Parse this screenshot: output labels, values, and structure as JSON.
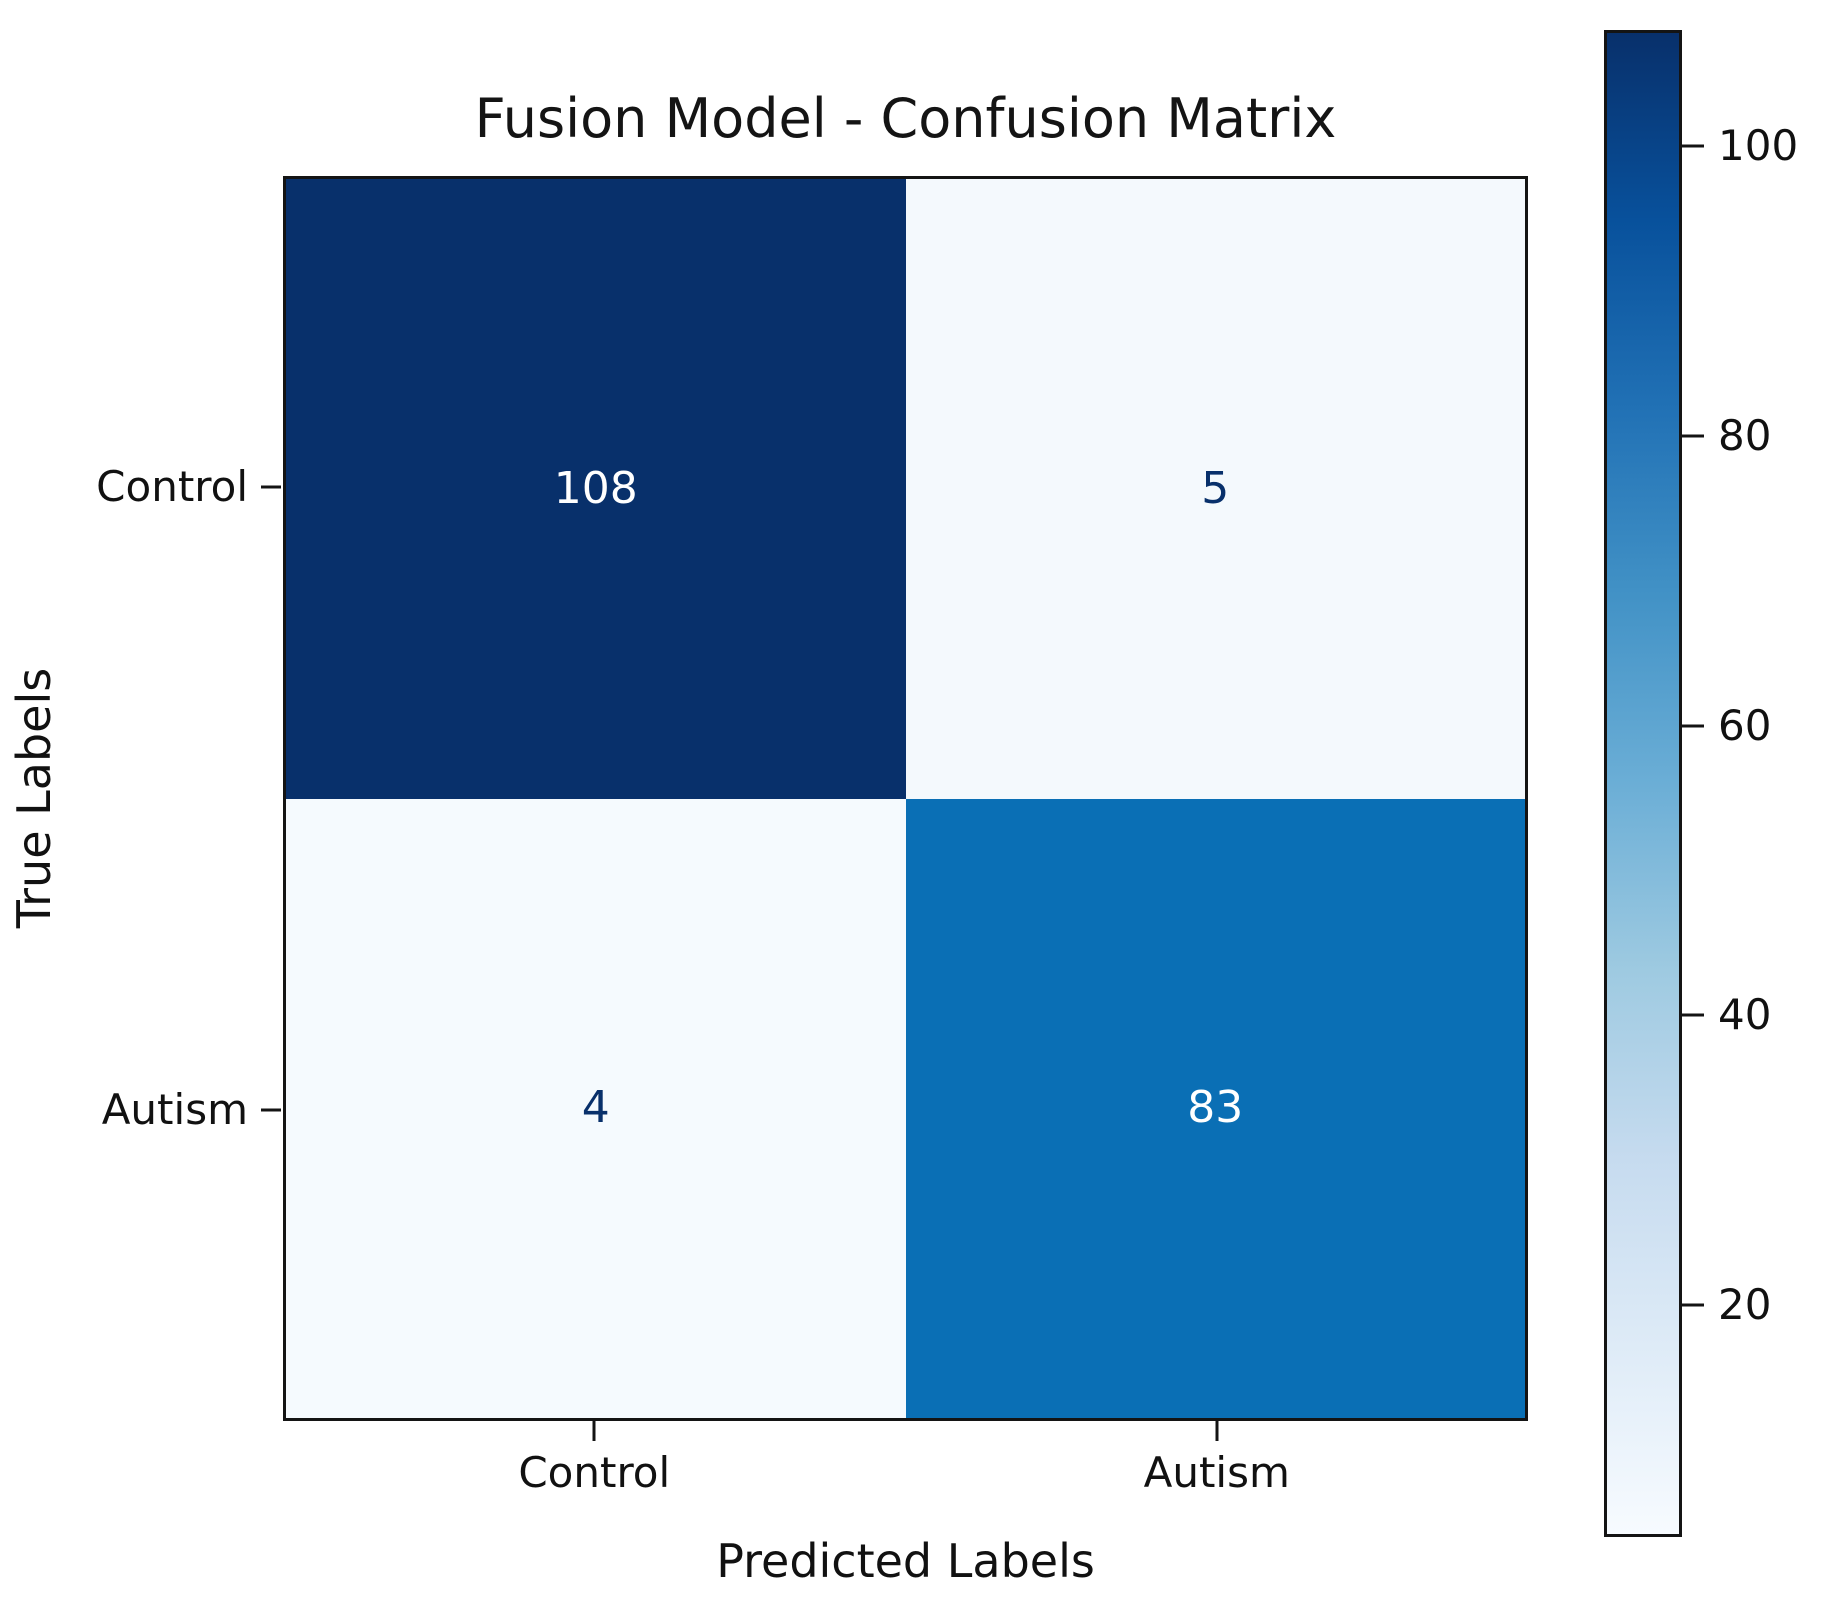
{
  "chart_data": {
    "type": "heatmap",
    "title": "Fusion Model - Confusion Matrix",
    "xlabel": "Predicted Labels",
    "ylabel": "True Labels",
    "x_categories": [
      "Control",
      "Autism"
    ],
    "y_categories": [
      "Control",
      "Autism"
    ],
    "matrix": [
      [
        108,
        5
      ],
      [
        4,
        83
      ]
    ],
    "cell_colors": [
      [
        "#08306b",
        "#f4f9fd"
      ],
      [
        "#f5fafe",
        "#0a6fb5"
      ]
    ],
    "cell_text_colors": [
      [
        "#ffffff",
        "#08306b"
      ],
      [
        "#08306b",
        "#ffffff"
      ]
    ],
    "colorbar": {
      "position": "right",
      "ticks": [
        20,
        40,
        60,
        80,
        100
      ],
      "vmin": 4,
      "vmax": 108,
      "colormap": "Blues",
      "gradient_stops_bottom_to_top": [
        "#f7fbff",
        "#deebf7",
        "#c6dbef",
        "#9ecae1",
        "#6baed6",
        "#4292c6",
        "#2171b5",
        "#08519c",
        "#08306b"
      ]
    },
    "axis_color": "#141414",
    "background_color": "#ffffff",
    "grid": false
  }
}
